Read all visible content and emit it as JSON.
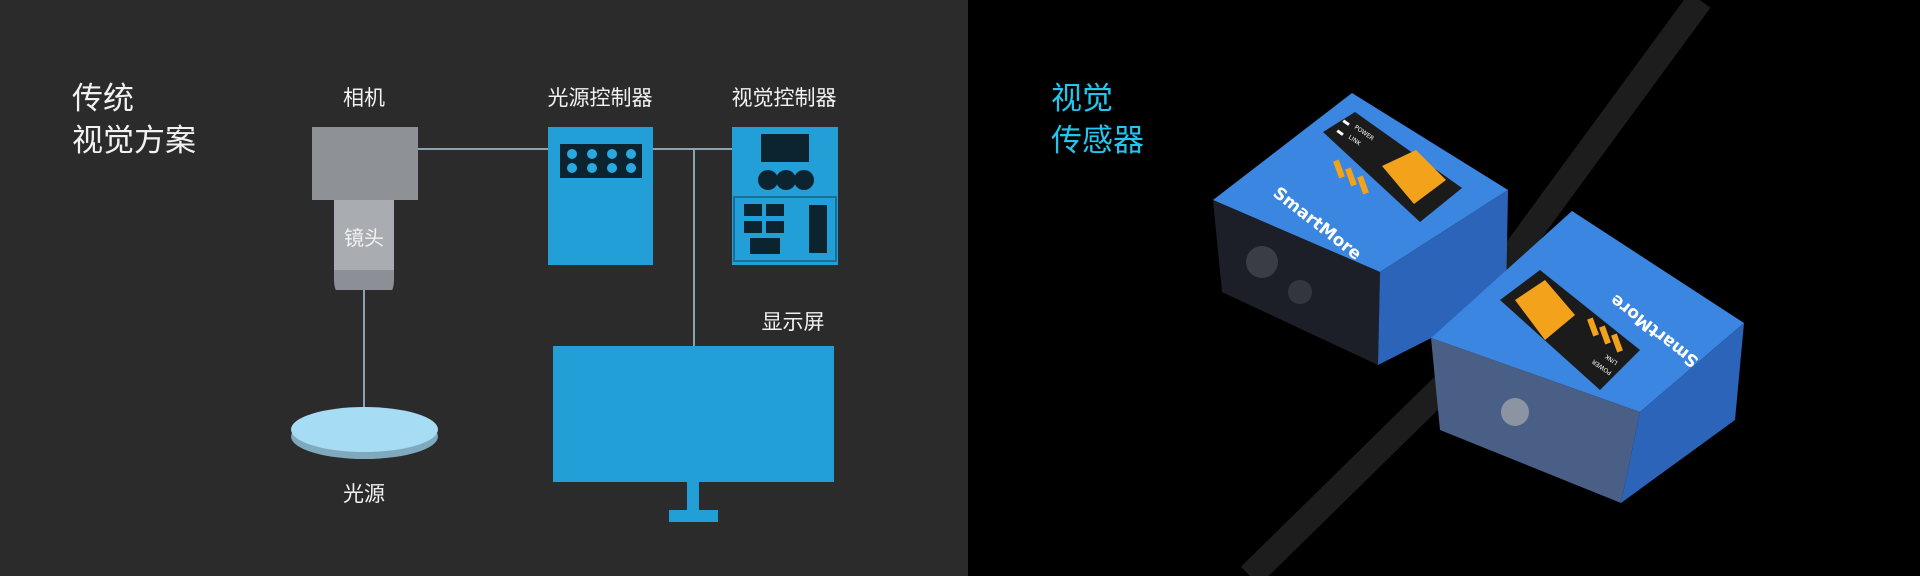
{
  "left_panel": {
    "title_line1": "传统",
    "title_line2": "视觉方案",
    "labels": {
      "camera": "相机",
      "lens": "镜头",
      "light_source": "光源",
      "light_controller": "光源控制器",
      "vision_controller": "视觉控制器",
      "display": "显示屏"
    }
  },
  "right_panel": {
    "title_line1": "视觉",
    "title_line2": "传感器",
    "brand": "SmartMore",
    "sticker_labels": [
      "POWER",
      "LINK"
    ]
  },
  "colors": {
    "left_bg": "#2b2b2b",
    "device_blue": "#229fd6",
    "title_cyan": "#22c6ee",
    "sensor_blue": "#2f74d0",
    "sticker_orange": "#f3a21c"
  }
}
